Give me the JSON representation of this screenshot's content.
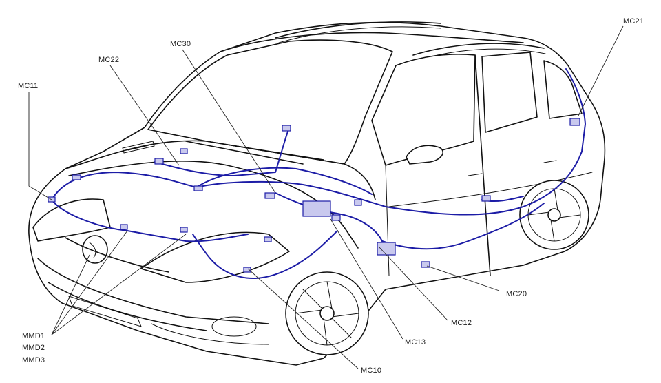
{
  "diagram": {
    "labels": {
      "mc11": "MC11",
      "mc22": "MC22",
      "mc30": "MC30",
      "mc21": "MC21",
      "mc20": "MC20",
      "mc12": "MC12",
      "mc13": "MC13",
      "mc10": "MC10",
      "mmd1": "MMD1",
      "mmd2": "MMD2",
      "mmd3": "MMD3"
    },
    "colors": {
      "harness": "#1c1ca6",
      "outline": "#111111",
      "background": "#ffffff"
    }
  }
}
